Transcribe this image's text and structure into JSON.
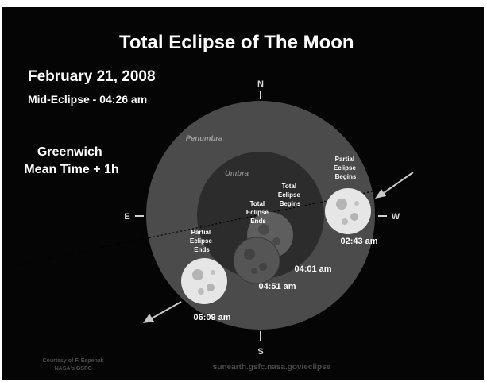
{
  "title": "Total Eclipse of The Moon",
  "date": "February 21, 2008",
  "mid_eclipse": "Mid-Eclipse - 04:26 am",
  "timezone": {
    "line1": "Greenwich",
    "line2": "Mean Time + 1h"
  },
  "compass": {
    "north": "N",
    "south": "S",
    "east": "E",
    "west": "W"
  },
  "shadow_labels": {
    "penumbra": "Penumbra",
    "umbra": "Umbra"
  },
  "events": [
    {
      "label_lines": [
        "Partial",
        "Eclipse",
        "Begins"
      ],
      "time": "02:43 am",
      "shade": "light"
    },
    {
      "label_lines": [
        "Total",
        "Eclipse",
        "Begins"
      ],
      "time": "04:01 am",
      "shade": "dark"
    },
    {
      "label_lines": [
        "Total",
        "Eclipse",
        "Ends"
      ],
      "time": "04:51 am",
      "shade": "dark"
    },
    {
      "label_lines": [
        "Partial",
        "Eclipse",
        "Ends"
      ],
      "time": "06:09 am",
      "shade": "light"
    }
  ],
  "credits": {
    "line1": "Courtesy of F. Espenak",
    "line2": "NASA's GSFC",
    "url": "sunearth.gsfc.nasa.gov/eclipse"
  },
  "colors": {
    "background": "#050505",
    "penumbra": "#4b4b4b",
    "umbra": "#2c2c2c",
    "moon_light": "#e6e6e6",
    "moon_dark": "#5a5a5a",
    "text": "#ffffff",
    "credit_text": "#4a4a4a"
  },
  "icons": {
    "moon": "moon-icon",
    "motion_arrow": "arrow-icon"
  }
}
